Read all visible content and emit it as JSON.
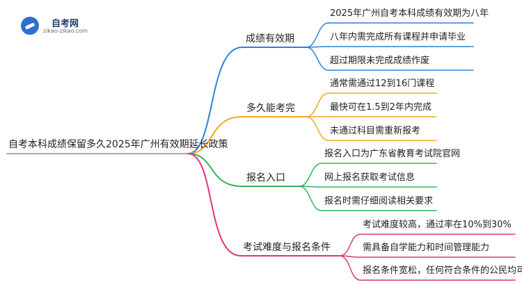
{
  "logo": {
    "name": "自考网",
    "url": "zikao-zikao.com"
  },
  "root": "自考本科成绩保留多久2025年广州有效期延长政策",
  "colors": {
    "root_line": "#8a8a8a",
    "leaf_line": "#e8e8e8"
  },
  "branches": [
    {
      "label": "成绩有效期",
      "color": "#2f7fd8",
      "children": [
        "2025年广州自考本科成绩有效期为八年",
        "八年内需完成所有课程并申请毕业",
        "超过期限未完成成绩作废"
      ]
    },
    {
      "label": "多久能考完",
      "color": "#f2a818",
      "children": [
        "通常需通过12到16门课程",
        "最快可在1.5到2年内完成",
        "未通过科目需重新报考"
      ]
    },
    {
      "label": "报名入口",
      "color": "#2fb558",
      "children": [
        "报名入口为广东省教育考试院官网",
        "网上报名获取考试信息",
        "报名时需仔细阅读相关要求"
      ]
    },
    {
      "label": "考试难度与报名条件",
      "color": "#e0337a",
      "children": [
        "考试难度较高，通过率在10%到30%",
        "需具备自学能力和时间管理能力",
        "报名条件宽松，任何符合条件的公民均可报名"
      ]
    }
  ]
}
